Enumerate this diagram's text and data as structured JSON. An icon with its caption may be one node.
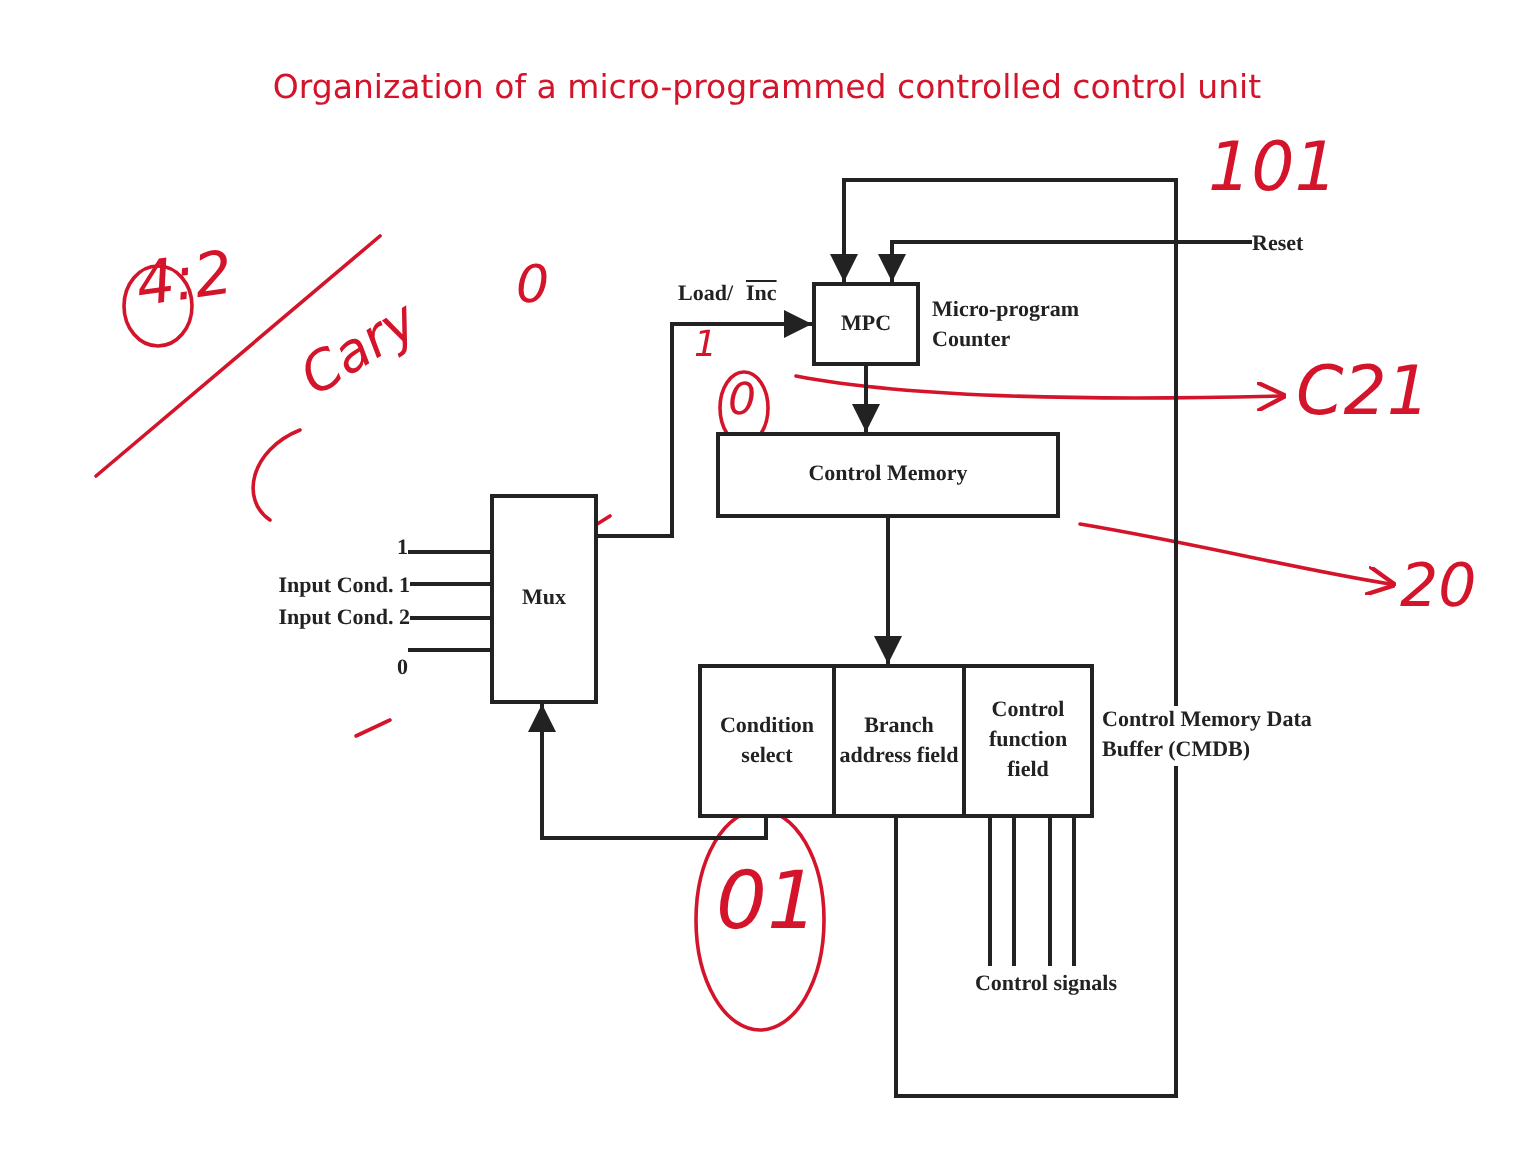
{
  "diagram": {
    "title": "Organization of a micro-programmed controlled control unit",
    "nodes": [
      {
        "text": [
          "MPC"
        ],
        "beside": [
          "Micro-program Counter"
        ]
      },
      {
        "text": [
          "Control Memory"
        ]
      },
      {
        "text": [
          "Mux"
        ]
      },
      {
        "text": [],
        "shape": "box",
        "beside": [
          "Control Memory Data Buffer (CMDB)"
        ]
      },
      {
        "text": [
          "Condition select"
        ],
        "in": 3
      },
      {
        "text": [
          "Branch address field"
        ],
        "in": 3
      },
      {
        "text": [
          "Control function field"
        ],
        "in": 3
      },
      {
        "text": [
          "1"
        ]
      },
      {
        "text": [
          "Input Cond. 1"
        ]
      },
      {
        "text": [
          "Input Cond. 2"
        ]
      },
      {
        "text": [
          "0"
        ]
      },
      {
        "text": [
          "Control signals"
        ]
      },
      {
        "text": [
          "Reset"
        ]
      }
    ],
    "edges": [
      {
        "from": 2,
        "to": 0,
        "arrow": "to"
      },
      {
        "from": 0,
        "to": 1,
        "arrow": "to"
      },
      {
        "from": 1,
        "to": 3,
        "arrow": "to"
      },
      {
        "from": 4,
        "to": 2,
        "arrow": "to"
      },
      {
        "from": 5,
        "to": 0,
        "arrow": "to"
      },
      {
        "from": 12,
        "to": 0,
        "arrow": "to"
      },
      {
        "from": 7,
        "to": 2,
        "arrow": "none"
      },
      {
        "from": 8,
        "to": 2,
        "arrow": "none"
      },
      {
        "from": 9,
        "to": 2,
        "arrow": "none"
      },
      {
        "from": 10,
        "to": 2,
        "arrow": "none"
      },
      {
        "from": 6,
        "to": 11,
        "arrow": "none"
      },
      {
        "from": 6,
        "to": 11,
        "arrow": "none"
      },
      {
        "from": 6,
        "to": 11,
        "arrow": "none"
      },
      {
        "from": 6,
        "to": 11,
        "arrow": "none"
      }
    ],
    "labels": [
      "Load/",
      "Inc",
      "4:2",
      "Cary",
      "0",
      "101",
      "1",
      "0",
      "C21",
      "20",
      "01"
    ]
  }
}
